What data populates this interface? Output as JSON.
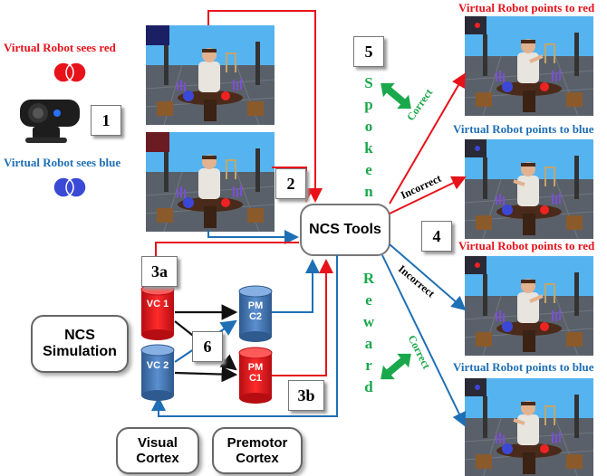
{
  "perception": {
    "sees_red": "Virtual Robot sees red",
    "sees_blue": "Virtual Robot sees blue"
  },
  "steps": {
    "s1": "1",
    "s2": "2",
    "s3a": "3a",
    "s3b": "3b",
    "s4": "4",
    "s5": "5",
    "s6": "6"
  },
  "ncs_tools": "NCS Tools",
  "ncs_simulation": "NCS Simulation",
  "neurons": {
    "vc1": "VC 1",
    "vc2": "VC 2",
    "pmc2": "PM C2",
    "pmc1": "PM C1"
  },
  "regions": {
    "visual_cortex": "Visual Cortex",
    "premotor_cortex": "Premotor Cortex"
  },
  "spoken": "Spoken",
  "reward": "Reward",
  "edge_labels": {
    "correct_top": "Correct",
    "incorrect_top": "Incorrect",
    "incorrect_bottom": "Incorrect",
    "correct_bottom": "Correct"
  },
  "outcomes": {
    "points_red_1": "Virtual Robot points to red",
    "points_blue_1": "Virtual Robot points to blue",
    "points_red_2": "Virtual Robot points to red",
    "points_blue_2": "Virtual Robot points to blue"
  },
  "colors": {
    "red": "#e8121a",
    "blue": "#1f6fb5",
    "green": "#1aa84c"
  }
}
